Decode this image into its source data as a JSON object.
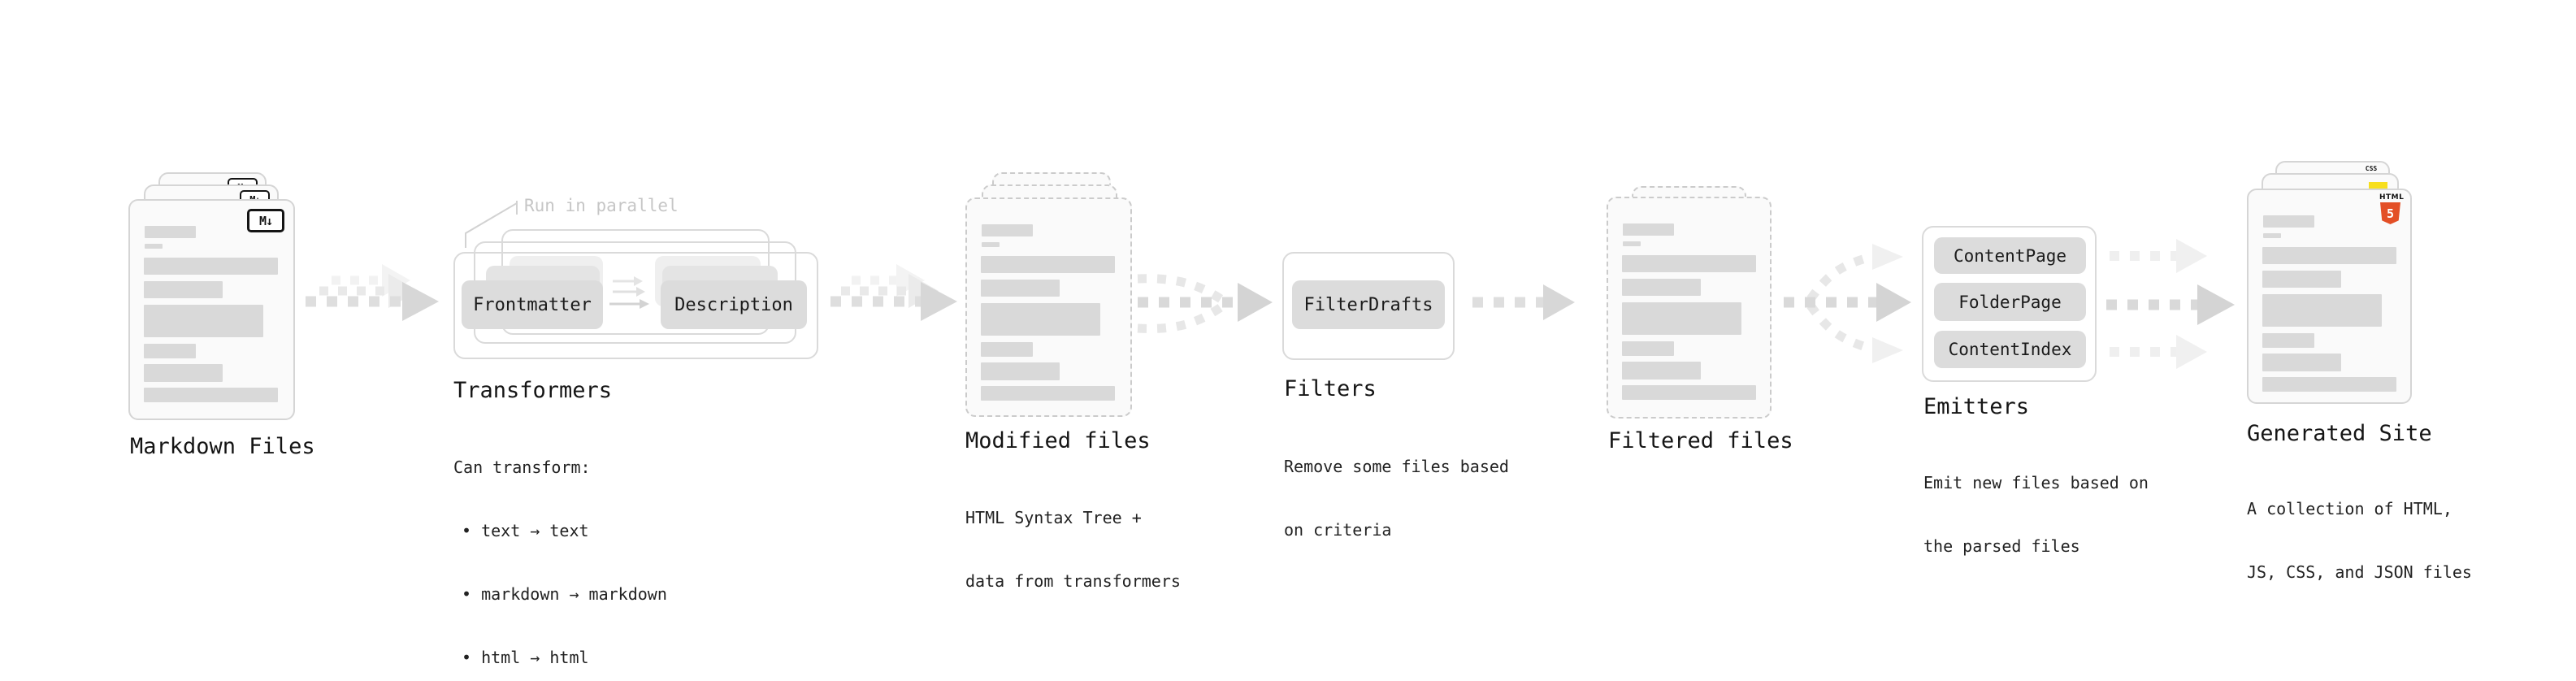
{
  "diagram": {
    "markdown_files": {
      "label": "Markdown Files",
      "badge": "M↓"
    },
    "transformers": {
      "label": "Transformers",
      "annotation": "Run in parallel",
      "box_frontmatter": "Frontmatter",
      "box_description": "Description",
      "desc": {
        "line1": "Can transform:",
        "bullet1": "• text → text",
        "bullet2": "• markdown → markdown",
        "bullet3": "• html → html"
      }
    },
    "modified_files": {
      "label": "Modified files",
      "desc": {
        "line1": "HTML Syntax Tree +",
        "line2": "data from transformers"
      }
    },
    "filters": {
      "label": "Filters",
      "box_filterdrafts": "FilterDrafts",
      "desc": {
        "line1": "Remove some files based",
        "line2": "on criteria"
      }
    },
    "filtered_files": {
      "label": "Filtered files"
    },
    "emitters": {
      "label": "Emitters",
      "box_contentpage": "ContentPage",
      "box_folderpage": "FolderPage",
      "box_contentindex": "ContentIndex",
      "desc": {
        "line1": "Emit new files based on",
        "line2": "the parsed files"
      }
    },
    "generated_site": {
      "label": "Generated Site",
      "badge_css": "CSS",
      "badge_html": "HTML",
      "badge_html5_number": "5",
      "desc": {
        "line1": "A collection of HTML,",
        "line2": "JS, CSS, and JSON files"
      }
    }
  },
  "colors": {
    "html5_orange": "#e34f26",
    "js_yellow": "#f7df1e",
    "css_blue": "#2965f1",
    "skeleton_gray": "#d9d9d9",
    "card_background": "#fafafa",
    "card_border": "#d5d5d5",
    "pill_background": "#dcdcdc",
    "annotation_gray": "#c6c6c6"
  }
}
